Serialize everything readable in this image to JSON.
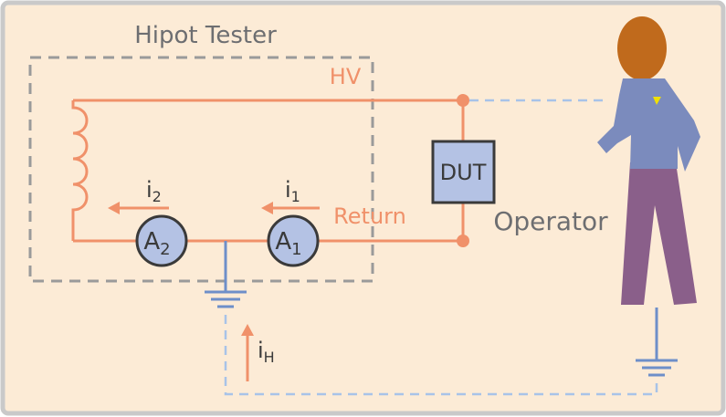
{
  "title": "Hipot Tester",
  "labels": {
    "hv": "HV",
    "return": "Return",
    "dut": "DUT",
    "operator": "Operator",
    "meter_a2": "A",
    "meter_a2_sub": "2",
    "meter_a1": "A",
    "meter_a1_sub": "1",
    "current_i2": "i",
    "current_i2_sub": "2",
    "current_i1": "i",
    "current_i1_sub": "1",
    "current_ih": "i",
    "current_ih_sub": "H"
  },
  "colors": {
    "background": "#fcebd6",
    "border": "#c9c9c9",
    "wire": "#f0916a",
    "ground": "#6e8fc9",
    "dashed_box": "#9a9a9a",
    "dashed_return": "#a8c3e8",
    "meter_fill": "#b4c2e4",
    "dut_fill": "#b4c2e4",
    "operator_head": "#c06a1c",
    "operator_shirt": "#7b8bbd",
    "operator_pants": "#8a5f8a",
    "operator_badge": "#f0e000"
  },
  "icons": [
    "ground-symbol-icon",
    "coil-icon",
    "arrow-left-icon",
    "arrow-up-icon",
    "person-icon"
  ]
}
